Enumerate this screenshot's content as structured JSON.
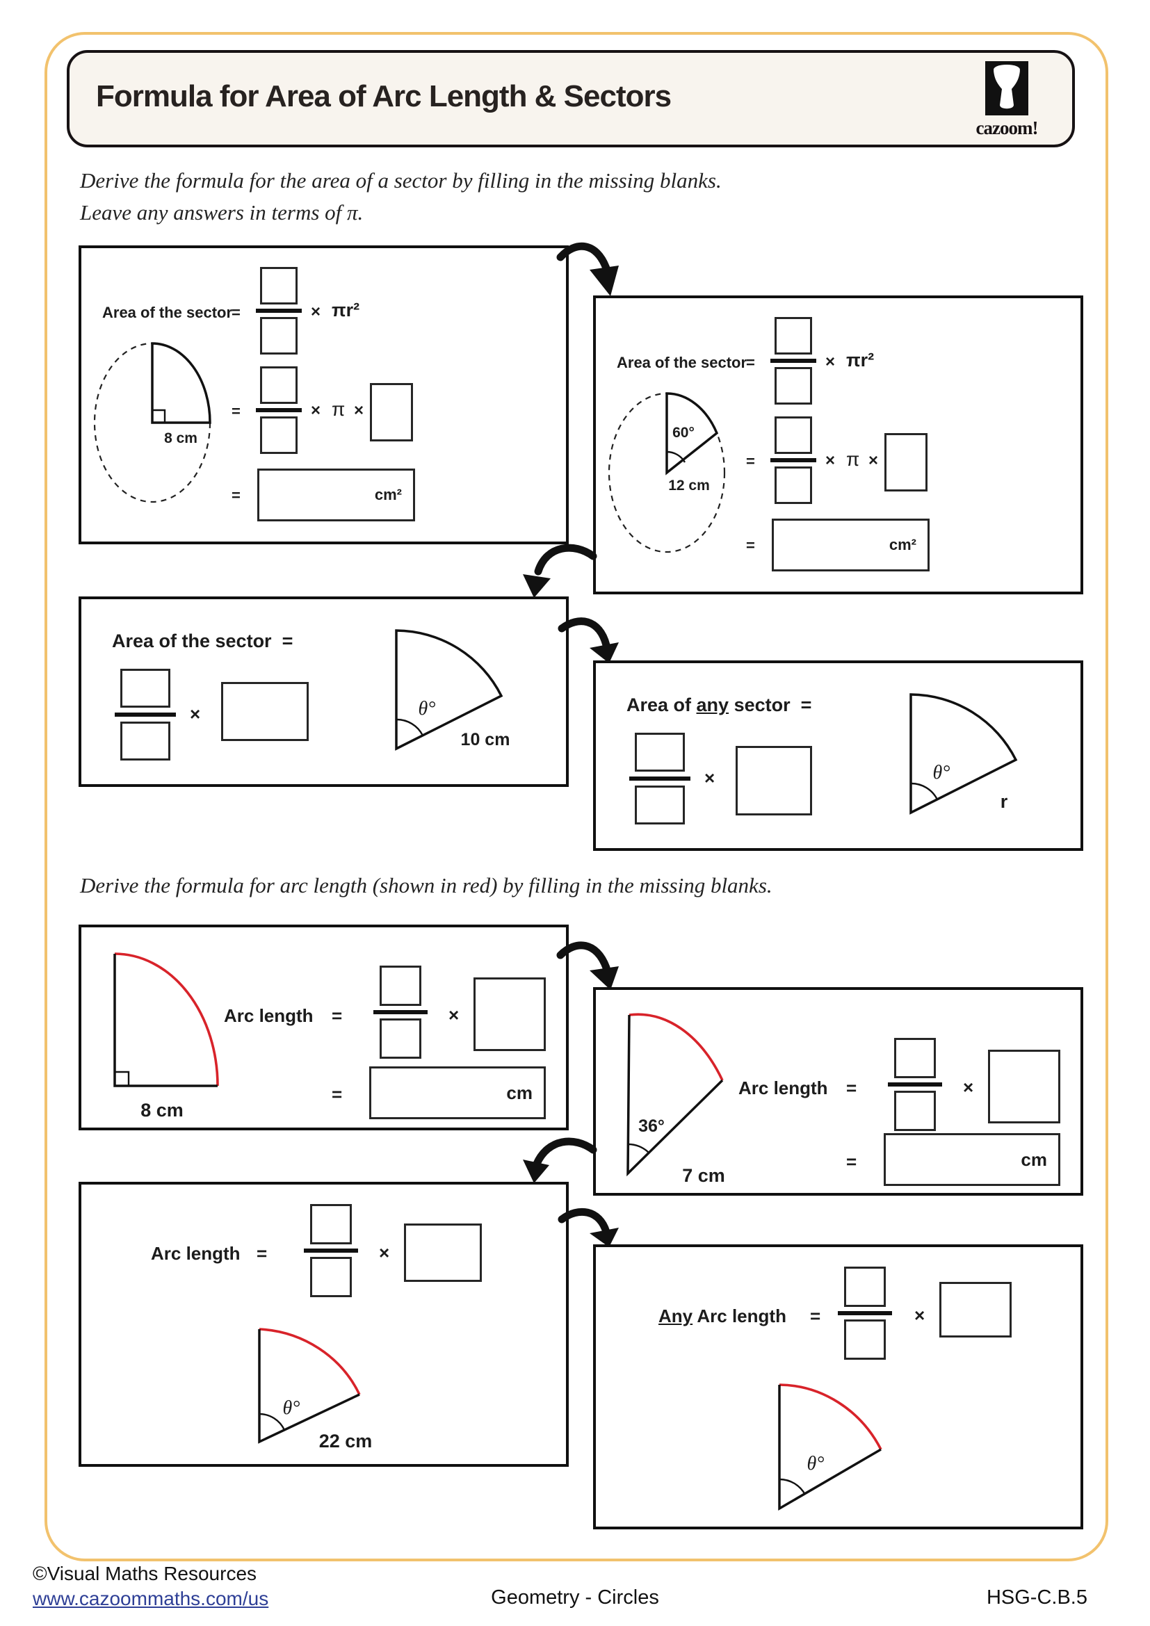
{
  "header": {
    "title": "Formula for Area of Arc Length & Sectors",
    "brand": "cazoom!"
  },
  "instructions": {
    "sector": "Derive the formula for the area of a sector by filling in the missing blanks.",
    "terms": "Leave any answers in terms of π.",
    "arc": "Derive the formula for arc length (shown in red) by filling in the missing blanks."
  },
  "sym": {
    "eq": "=",
    "times": "×",
    "pi": "π",
    "pir2": "πr²",
    "cm2": "cm²",
    "cm": "cm"
  },
  "boxes": {
    "b1": {
      "label": "Area of the sector",
      "radius": "8 cm",
      "unit": "cm²"
    },
    "b2": {
      "label": "Area of the sector",
      "angle": "60°",
      "radius": "12 cm",
      "unit": "cm²"
    },
    "b3": {
      "label": "Area of the sector",
      "angle": "θ°",
      "radius": "10 cm"
    },
    "b4": {
      "pre": "Area of ",
      "any": "any",
      "post": " sector",
      "angle": "θ°",
      "radius": "r"
    },
    "b5": {
      "label": "Arc length",
      "radius": "8 cm",
      "unit": "cm"
    },
    "b6": {
      "label": "Arc length",
      "angle": "36°",
      "radius": "7 cm",
      "unit": "cm"
    },
    "b7": {
      "label": "Arc length",
      "angle": "θ°",
      "radius": "22 cm"
    },
    "b8": {
      "any": "Any",
      "post": " Arc length",
      "angle": "θ°"
    }
  },
  "footer": {
    "copyright": "©Visual Maths Resources",
    "url": "www.cazoommaths.com/us",
    "center": "Geometry - Circles",
    "code": "HSG-C.B.5"
  },
  "colors": {
    "arc_red": "#d8232a",
    "frame_yellow": "#f2c26d",
    "link_blue": "#2e3f96"
  }
}
